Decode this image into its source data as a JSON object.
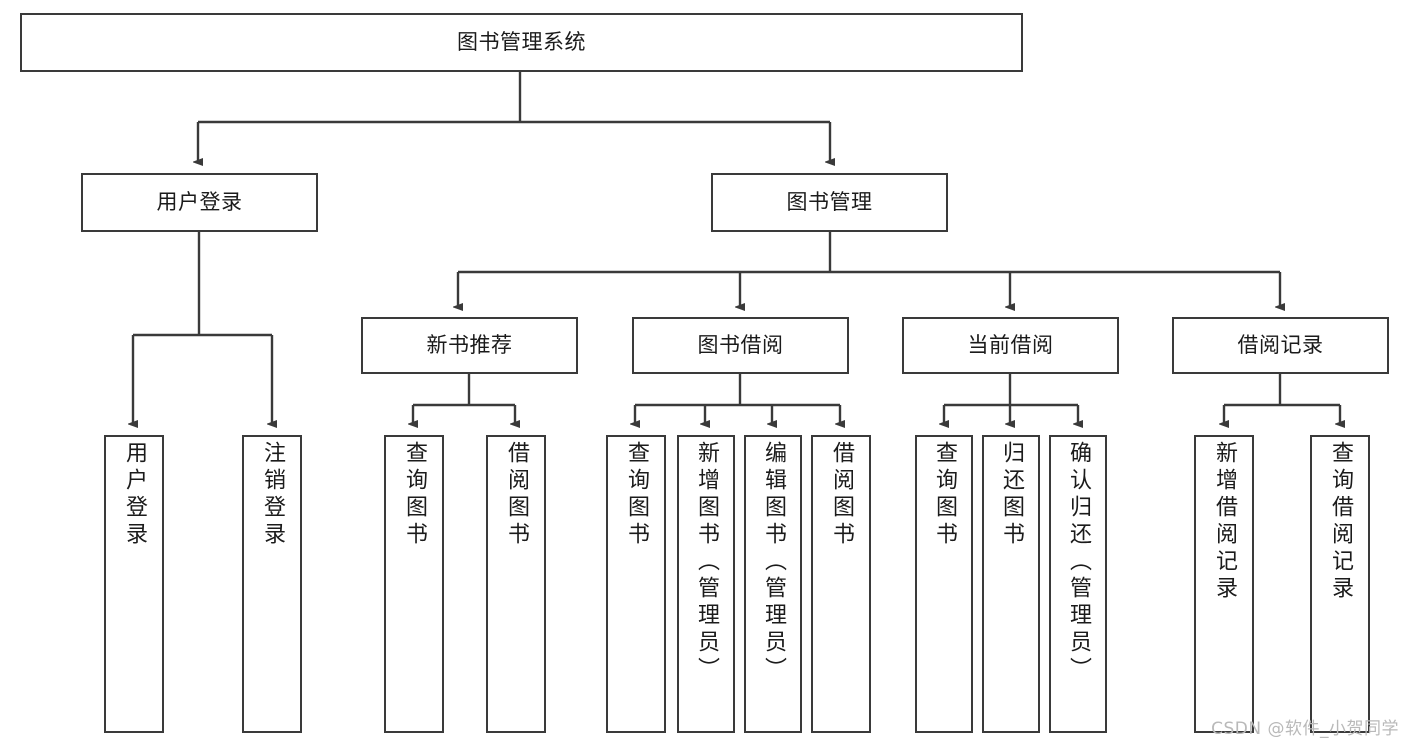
{
  "diagram": {
    "title": "图书管理系统",
    "watermark": "CSDN @软件_小贺同学",
    "colors": {
      "stroke": "#3a3a3a",
      "background": "#ffffff",
      "text": "#1b1b1b",
      "watermark": "#b9b9b9"
    },
    "root": {
      "label": "图书管理系统"
    },
    "level1": [
      {
        "label": "用户登录"
      },
      {
        "label": "图书管理"
      }
    ],
    "level2": [
      {
        "label": "新书推荐"
      },
      {
        "label": "图书借阅"
      },
      {
        "label": "当前借阅"
      },
      {
        "label": "借阅记录"
      }
    ],
    "leaves": {
      "user_login": [
        {
          "label": "用户登录"
        },
        {
          "label": "注销登录"
        }
      ],
      "new_book_recommend": [
        {
          "label": "查询图书"
        },
        {
          "label": "借阅图书"
        }
      ],
      "book_borrow": [
        {
          "label": "查询图书"
        },
        {
          "label": "新增图书（管理员）"
        },
        {
          "label": "编辑图书（管理员）"
        },
        {
          "label": "借阅图书"
        }
      ],
      "current_borrow": [
        {
          "label": "查询图书"
        },
        {
          "label": "归还图书"
        },
        {
          "label": "确认归还（管理员）"
        }
      ],
      "borrow_record": [
        {
          "label": "新增借阅记录"
        },
        {
          "label": "查询借阅记录"
        }
      ]
    }
  }
}
